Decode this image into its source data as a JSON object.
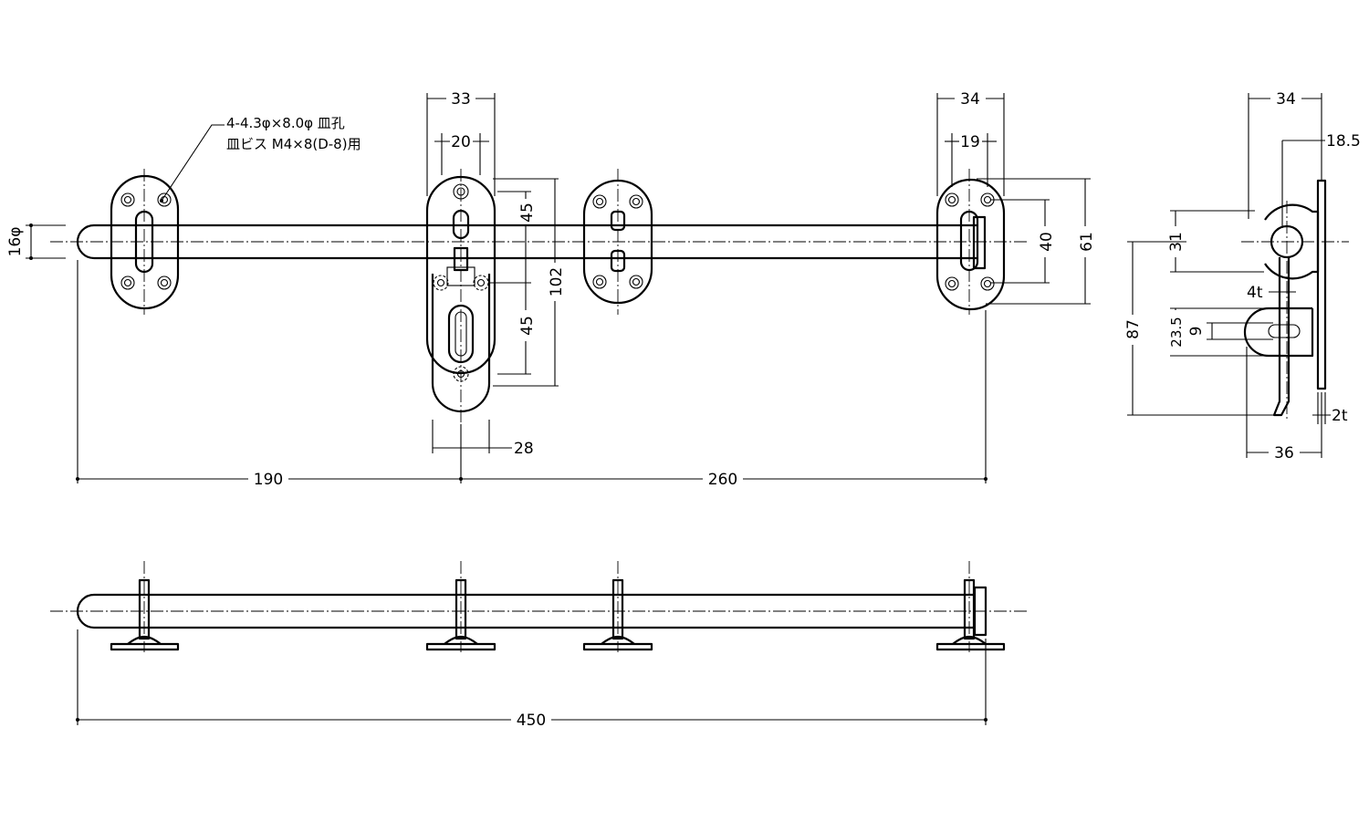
{
  "annotation": {
    "line1": "4-4.3φ×8.0φ 皿孔",
    "line2": "皿ビス M4×8(D-8)用"
  },
  "front_view": {
    "bar_diameter": "16φ",
    "bracket_center_width": "33",
    "bracket_center_slot": "20",
    "bracket_right_width": "34",
    "bracket_right_slot": "19",
    "bracket_right_height_inner": "40",
    "bracket_right_height_outer": "61",
    "hole_pitch_upper": "45",
    "hole_pitch_lower": "45",
    "keeper_height": "102",
    "keeper_width": "28",
    "left_to_center": "190",
    "center_to_right": "260"
  },
  "side_view": {
    "width_top": "34",
    "offset_top": "18.5",
    "bar_height": "31",
    "thickness_bolt": "4t",
    "total_height": "87",
    "keeper_height": "23.5",
    "slot_height": "9",
    "plate_thickness": "2t",
    "width_bottom": "36"
  },
  "top_view": {
    "overall_length": "450"
  }
}
